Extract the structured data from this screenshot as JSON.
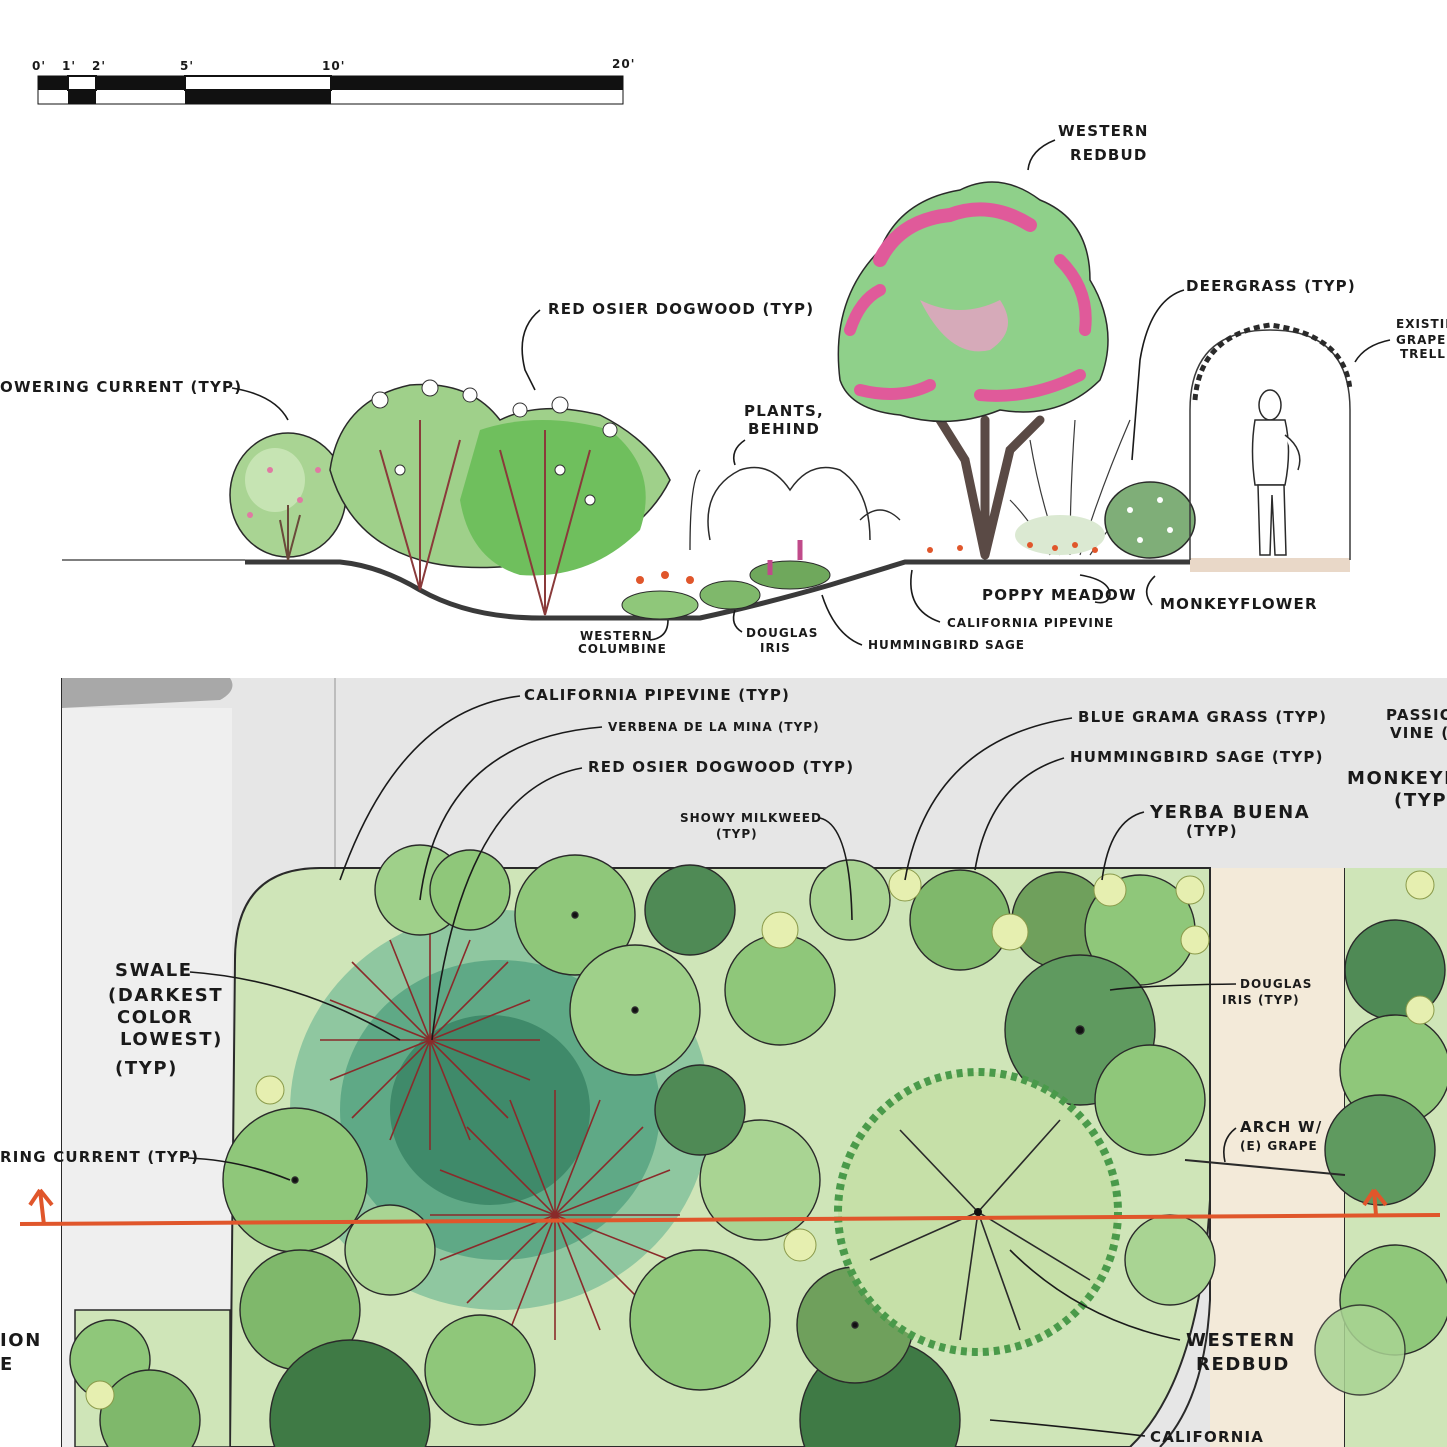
{
  "scale_bar": {
    "ticks": [
      "0'",
      "1'",
      "2'",
      "5'",
      "10'",
      "20'"
    ]
  },
  "section_labels": {
    "western_redbud": [
      "WESTERN",
      "REDBUD"
    ],
    "deergrass": "DEERGRASS (TYP)",
    "existing_grape_trellis": [
      "EXISTIN",
      "GRAPE",
      "TRELL"
    ],
    "red_osier_dogwood": "RED OSIER DOGWOOD (TYP)",
    "flowering_current": "OWERING CURRENT (TYP)",
    "plants_behind": [
      "PLANTS,",
      "BEHIND"
    ],
    "poppy_meadow": "POPPY MEADOW",
    "monkeyflower": "MONKEYFLOWER",
    "california_pipevine": "CALIFORNIA PIPEVINE",
    "hummingbird_sage": "HUMMINGBIRD SAGE",
    "western_columbine": [
      "WESTERN",
      "COLUMBINE"
    ],
    "douglas_iris": [
      "DOUGLAS",
      "IRIS"
    ]
  },
  "plan_labels": {
    "california_pipevine": "CALIFORNIA PIPEVINE (TYP)",
    "verbena_de_la_mina": "VERBENA DE LA MINA (TYP)",
    "red_osier_dogwood": "RED OSIER DOGWOOD (TYP)",
    "blue_grama_grass": "BLUE GRAMA GRASS (TYP)",
    "hummingbird_sage": "HUMMINGBIRD SAGE (TYP)",
    "passion_vine": [
      "PASSIO",
      "VINE ("
    ],
    "monkeyflower": [
      "MONKEYF",
      "(TYP)"
    ],
    "showy_milkweed": [
      "SHOWY MILKWEED",
      "(TYP)"
    ],
    "yerba_buena": [
      "YERBA BUENA",
      "(TYP)"
    ],
    "swale": [
      "SWALE",
      "(DARKEST",
      "COLOR",
      "LOWEST)",
      "(TYP)"
    ],
    "douglas_iris": [
      "DOUGLAS",
      "IRIS (TYP)"
    ],
    "flowering_current": "RING CURRENT (TYP)",
    "arch_grape": [
      "ARCH W/",
      "(E) GRAPE"
    ],
    "western_redbud": [
      "WESTERN",
      "REDBUD"
    ],
    "california": "CALIFORNIA",
    "cut_off_left": [
      "ION",
      "E"
    ]
  },
  "colors": {
    "section_line": "#e0562b",
    "redbud_pink": "#e05a9a",
    "foliage_light": "#b8dba0",
    "foliage_mid": "#7fb86b",
    "foliage_dark": "#4f8a55",
    "swale": "#3f8a6a",
    "paving": "#f3ead9",
    "ground_grey": "#e6e6e6"
  }
}
